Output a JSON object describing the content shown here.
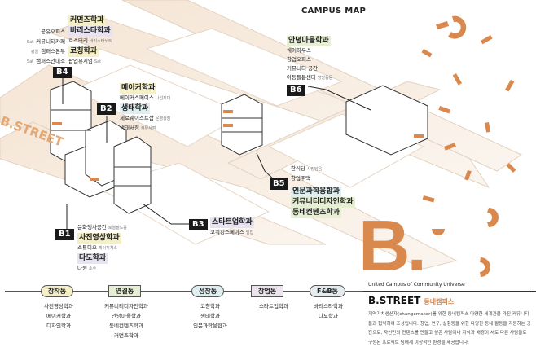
{
  "title": "CAMPUS MAP",
  "buildings": {
    "b4": {
      "tag": "B4",
      "left_items": [
        {
          "note": "",
          "label": "공유오피스"
        },
        {
          "note": "Sat",
          "label": "커뮤니티카페"
        },
        {
          "note": "평일",
          "label": "캠퍼스본부"
        },
        {
          "note": "Sat",
          "label": "캠퍼스안내소"
        }
      ],
      "depts": [
        "커먼즈학과",
        "바리스타학과",
        "코칭학과"
      ],
      "items": [
        {
          "label": "로스터리",
          "note": "바리스타노트"
        },
        {
          "label": "팝업뮤지엄",
          "note": "Sat"
        }
      ]
    },
    "b2": {
      "tag": "B2",
      "depts": [
        "메이커학과",
        "생태학과"
      ],
      "items": [
        {
          "label": "메이커스페이스",
          "note": "나선지대"
        },
        {
          "label": "제로웨이스트샵",
          "note": "운영상점"
        },
        {
          "label": "생태서점",
          "note": "커뮤서점"
        }
      ]
    },
    "b6": {
      "tag": "B6",
      "dept": "안녕마을학과",
      "items": [
        {
          "label": "쉐어하우스",
          "note": ""
        },
        {
          "label": "창업오피스",
          "note": ""
        },
        {
          "label": "커뮤니티 공간",
          "note": ""
        },
        {
          "label": "아동돌봄센터",
          "note": "방방동동"
        }
      ]
    },
    "b5": {
      "tag": "B5",
      "items": [
        {
          "label": "한식당",
          "note": "사랑담음"
        },
        {
          "label": "창업주택",
          "note": ""
        }
      ],
      "depts": [
        "인문과학융합과",
        "커뮤니티디자인학과",
        "동네컨텐츠학과"
      ]
    },
    "b3": {
      "tag": "B3",
      "dept": "스타트업학과",
      "items": [
        {
          "label": "코워킹스페이스",
          "note": "빌집"
        }
      ]
    },
    "b1": {
      "tag": "B1",
      "items": [
        {
          "label": "문화행사공간",
          "note": "로열필드홀"
        },
        {
          "label": "스튜디오",
          "note": "체이픽처스"
        },
        {
          "label": "다원",
          "note": "소수"
        }
      ],
      "depts": [
        "사진영상학과",
        "다도학과"
      ]
    }
  },
  "street_label": "B.STREET",
  "categories": [
    {
      "name": "창작동",
      "color": "#f4efc6",
      "items": [
        "사진영상학과",
        "메이커학과",
        "디자인학과"
      ]
    },
    {
      "name": "연결동",
      "color": "#e6efd3",
      "items": [
        "커뮤니티디자인학과",
        "안녕마을학과",
        "동네컨텐츠학과",
        "커먼즈학과"
      ]
    },
    {
      "name": "성장동",
      "color": "#dfeef0",
      "items": [
        "코칭학과",
        "생태학과",
        "인문과학융합과"
      ]
    },
    {
      "name": "창업동",
      "color": "#ece3ef",
      "items": [
        "스타트업학과"
      ]
    },
    {
      "name": "F&B동",
      "color": "#e4ecf0",
      "items": [
        "바리스타학과",
        "다도학과"
      ]
    }
  ],
  "brand": {
    "logo": "B.",
    "subtitle": "United Campus of Community Universe",
    "name": "B.STREET",
    "name_kr": "동네캠퍼스",
    "accent": "#d9884e",
    "description": "지역가치생산자(changemaker)를 위한 동네캠퍼스 다양한 세계관을 가진 커뮤니티들과 협력하여 조성됩니다. 창업, 연구, 실험등을 위한 다양한 동네 활동을 지원하는 공간으로, 자신만의 컨텐츠를 만들고 싶은 사람이나 지식과 배경이 서로 다른 사람들로 구성된 프로젝트 팀에게 이상적인 환경을 제공합니다."
  }
}
